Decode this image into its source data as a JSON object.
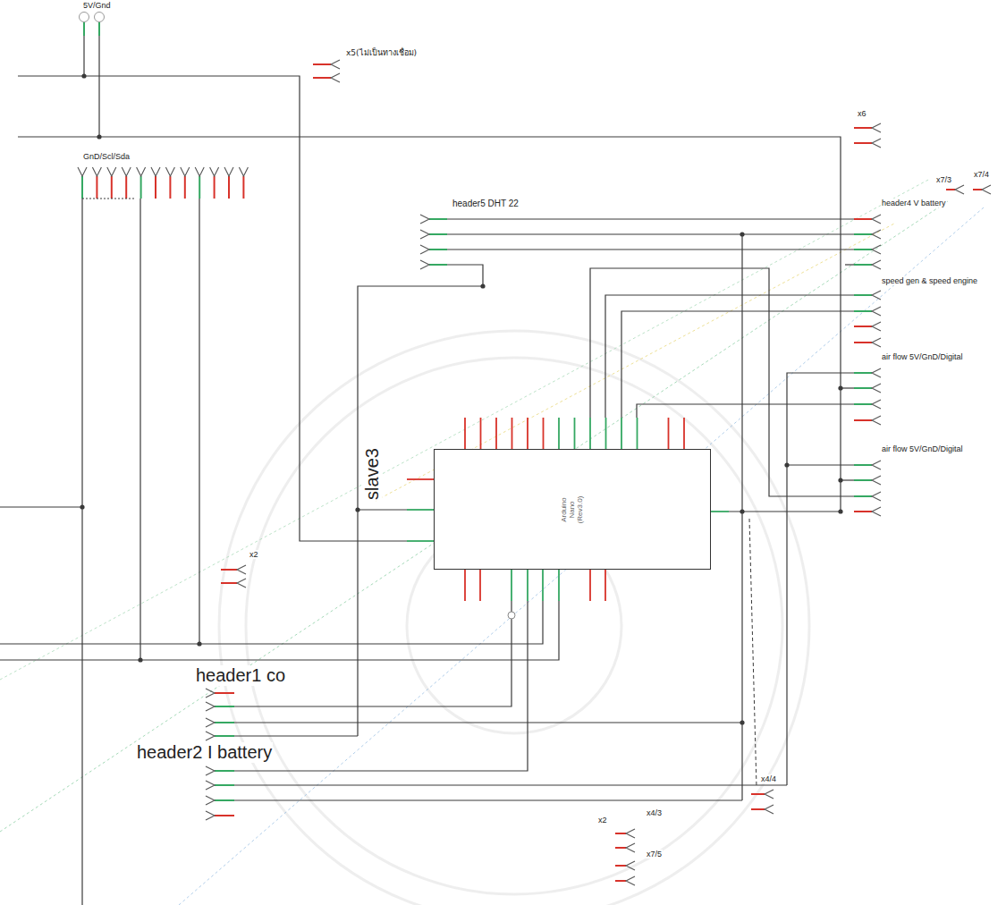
{
  "diagram": {
    "nodes": [
      {
        "text": [
          "Arduino Nano (Rev3.0)"
        ]
      }
    ],
    "labels": [
      "5V/Gnd",
      "x5(ไม่เป็นทางเชื่อม)",
      "x6",
      "GnD/Scl/Sda",
      "header5 DHT 22",
      "x7/4",
      "x7/3",
      "header4 V battery",
      "speed gen & speed engine",
      "air flow 5V/GnD/Digital",
      "air flow 5V/GnD/Digital",
      "slave3",
      "x2",
      "header1 co",
      "header2 I battery",
      "x4/4",
      "x4/3",
      "x2",
      "x7/5"
    ]
  }
}
